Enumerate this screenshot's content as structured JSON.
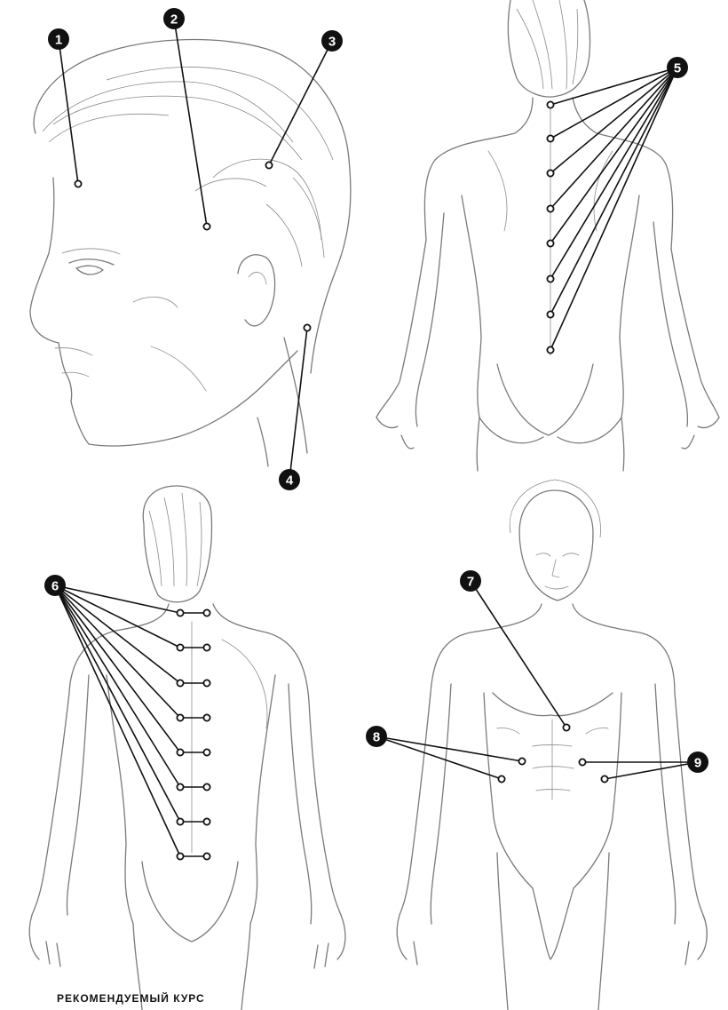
{
  "markers": [
    {
      "id": "1",
      "label": "1"
    },
    {
      "id": "2",
      "label": "2"
    },
    {
      "id": "3",
      "label": "3"
    },
    {
      "id": "4",
      "label": "4"
    },
    {
      "id": "5",
      "label": "5"
    },
    {
      "id": "6",
      "label": "6"
    },
    {
      "id": "7",
      "label": "7"
    },
    {
      "id": "8",
      "label": "8"
    },
    {
      "id": "9",
      "label": "9"
    }
  ],
  "caption": "РЕКОМЕНДУЕМЫЙ КУРС",
  "colors": {
    "marker_fill": "#111111",
    "marker_text": "#ffffff",
    "sketch": "#7a7a7a"
  }
}
